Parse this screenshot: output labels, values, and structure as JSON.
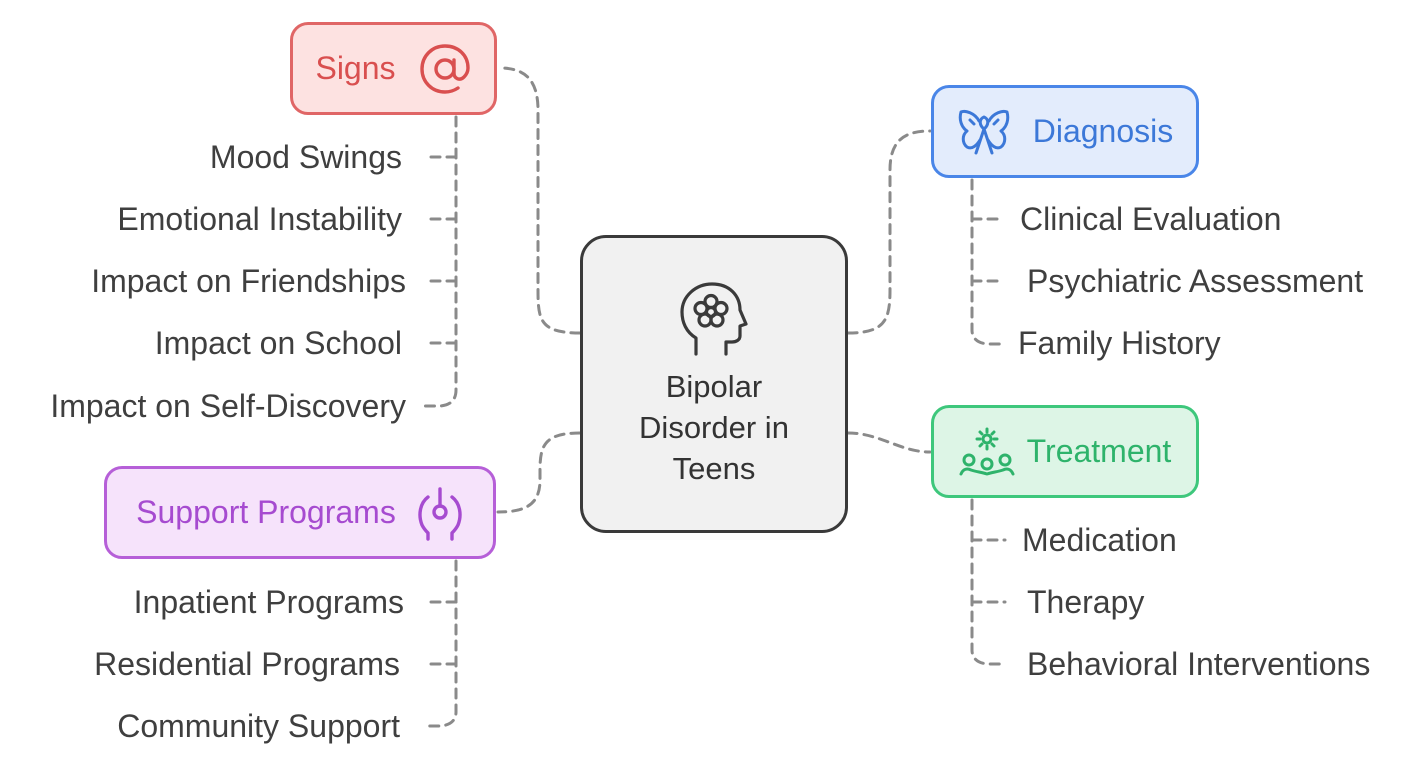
{
  "center": {
    "title_lines": [
      "Bipolar",
      "Disorder in",
      "Teens"
    ],
    "icon": "head-flower-icon"
  },
  "branches": {
    "signs": {
      "label": "Signs",
      "icon": "at-sign-icon",
      "color": "#e06666",
      "items": [
        "Mood Swings",
        "Emotional Instability",
        "Impact on Friendships",
        "Impact on School",
        "Impact on Self-Discovery"
      ]
    },
    "diagnosis": {
      "label": "Diagnosis",
      "icon": "butterfly-ribbon-icon",
      "color": "#4a86e8",
      "items": [
        "Clinical Evaluation",
        "Psychiatric Assessment",
        "Family History"
      ]
    },
    "treatment": {
      "label": "Treatment",
      "icon": "care-group-icon",
      "color": "#3ec77c",
      "items": [
        "Medication",
        "Therapy",
        "Behavioral Interventions"
      ]
    },
    "support": {
      "label": "Support Programs",
      "icon": "support-hands-icon",
      "color": "#b65fd8",
      "items": [
        "Inpatient Programs",
        "Residential Programs",
        "Community Support"
      ]
    }
  }
}
